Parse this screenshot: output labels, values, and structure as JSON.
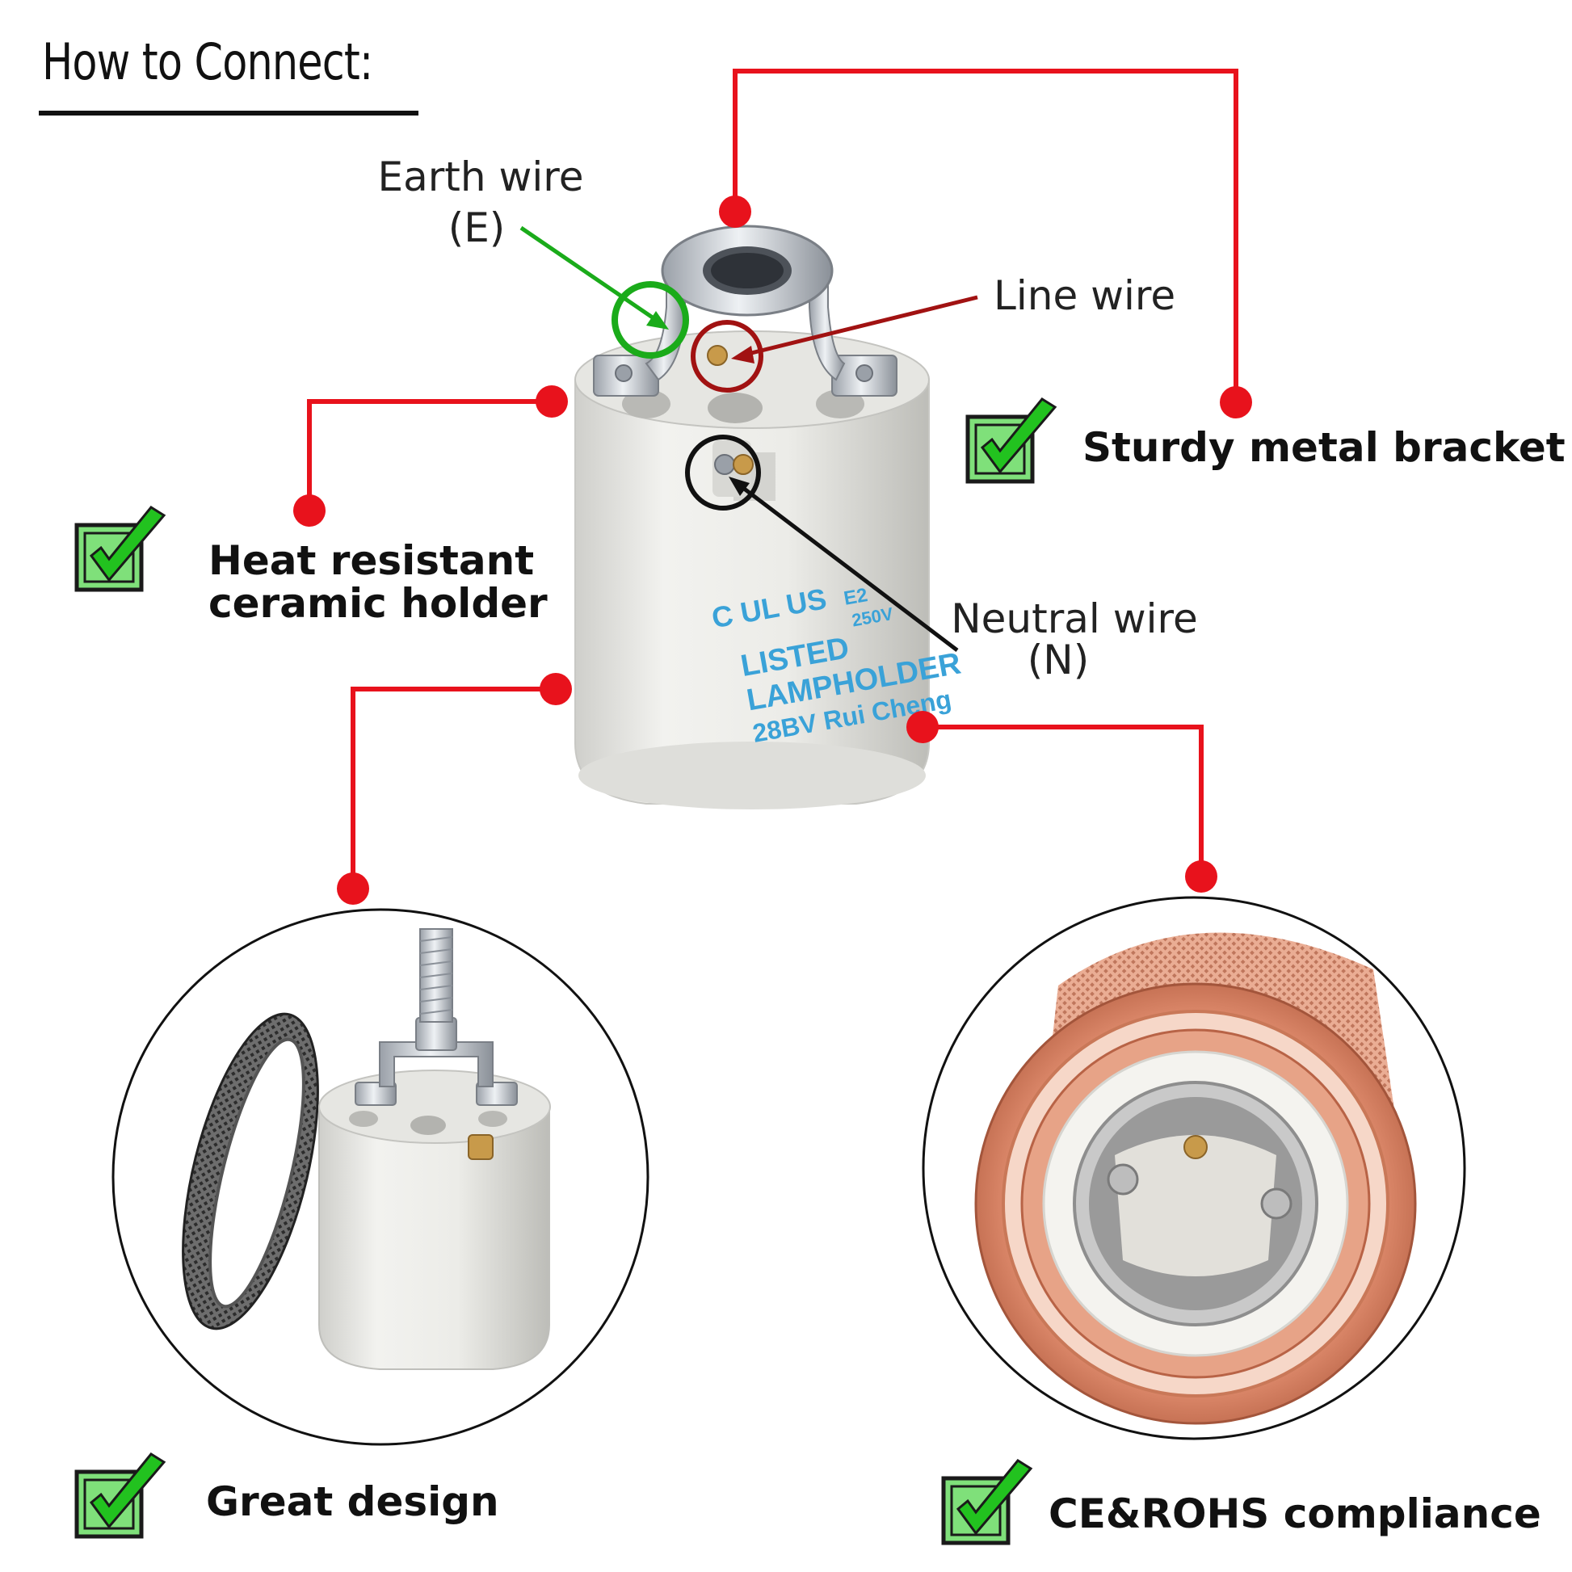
{
  "title": "How to Connect:",
  "wires": {
    "earth": {
      "line1": "Earth wire",
      "line2": "(E)",
      "color": "#1aab1a"
    },
    "line": {
      "line1": "Line wire",
      "color": "#a11212"
    },
    "neutral": {
      "line1": "Neutral wire",
      "line2": "(N)",
      "color": "#111111"
    }
  },
  "features": [
    {
      "label": "Sturdy metal bracket"
    },
    {
      "label_line1": "Heat resistant",
      "label_line2": "ceramic holder"
    },
    {
      "label": "Great design"
    },
    {
      "label": "CE&ROHS compliance"
    }
  ],
  "product_marking": {
    "cert": "C UL US",
    "code": "E2",
    "rating": "250V",
    "listed": "LISTED",
    "type": "LAMPHOLDER",
    "maker": "28BV Rui Cheng"
  },
  "colors": {
    "connector_red": "#e8121c",
    "check_green": "#22c21f",
    "marking_blue": "#3aa2d8",
    "copper": "#e39a7e"
  }
}
